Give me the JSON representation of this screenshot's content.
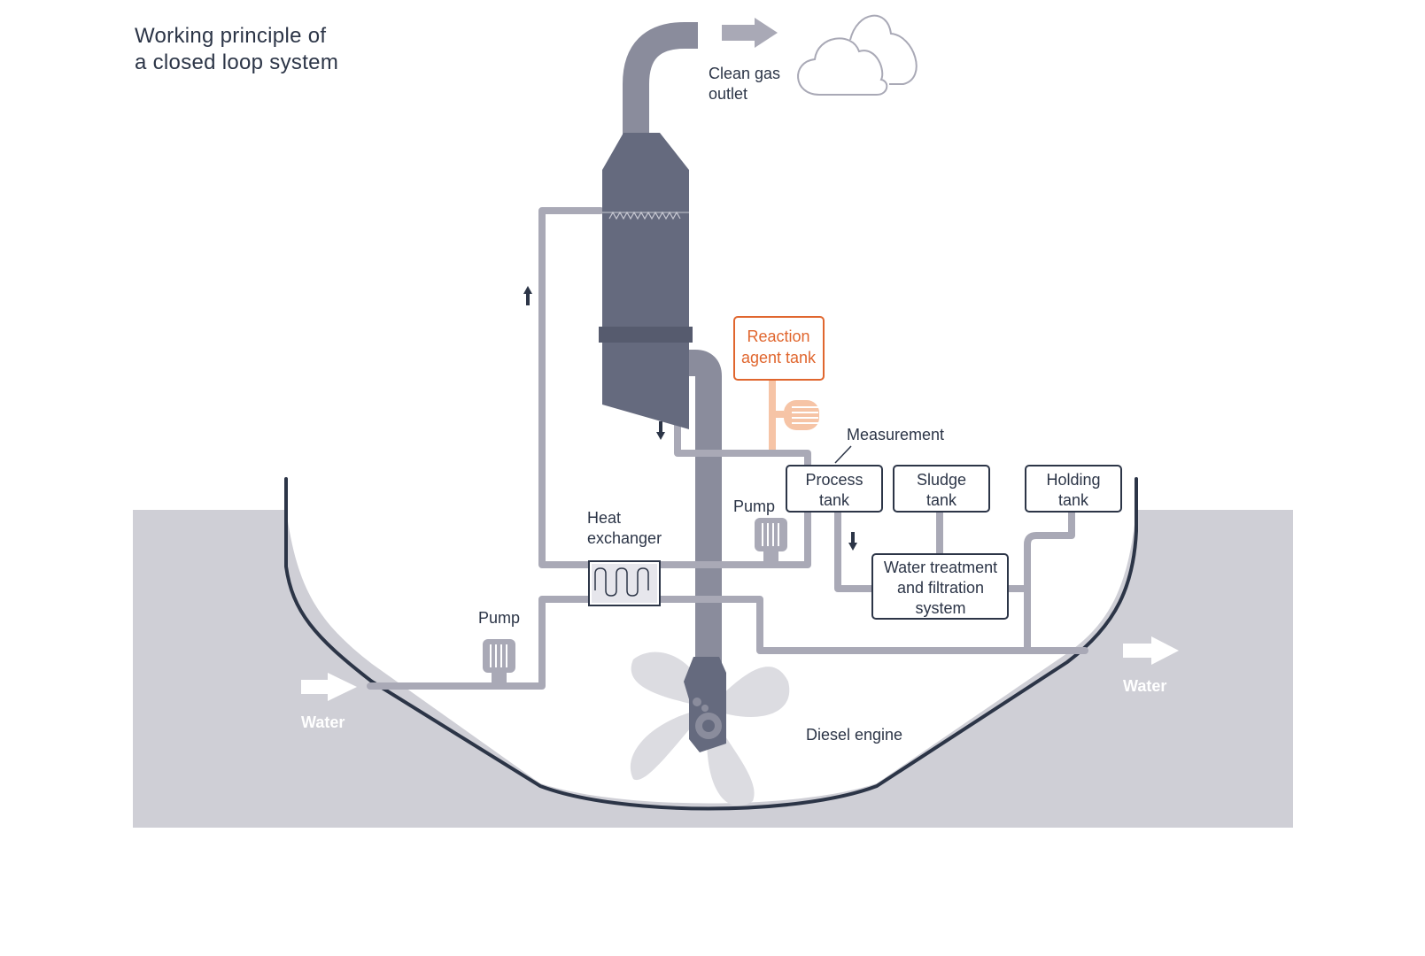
{
  "title": {
    "line1": "Working principle of",
    "line2": "a closed loop system"
  },
  "labels": {
    "clean_gas_line1": "Clean gas",
    "clean_gas_line2": "outlet",
    "reaction_line1": "Reaction",
    "reaction_line2": "agent tank",
    "measurement": "Measurement",
    "process_line1": "Process",
    "process_line2": "tank",
    "sludge_line1": "Sludge",
    "sludge_line2": "tank",
    "holding_line1": "Holding",
    "holding_line2": "tank",
    "water_treat_line1": "Water treatment",
    "water_treat_line2": "and filtration",
    "water_treat_line3": "system",
    "heat_line1": "Heat",
    "heat_line2": "exchanger",
    "pump_upper": "Pump",
    "pump_lower": "Pump",
    "diesel_engine": "Diesel engine",
    "water_in": "Water",
    "water_out": "Water"
  },
  "colors": {
    "sea": "#cfcfd6",
    "hull": "#2c3547",
    "scrubber": "#656a7e",
    "pipe": "#a9a9b6",
    "reaction_agent": "#e0662e",
    "reaction_agent_light": "#f6c4a6",
    "text": "#2c3547"
  },
  "icons": {
    "cloud": "cloud-icon",
    "flow_arrow": "arrow-right-icon",
    "pump": "pump-icon",
    "propeller": "propeller-icon"
  }
}
